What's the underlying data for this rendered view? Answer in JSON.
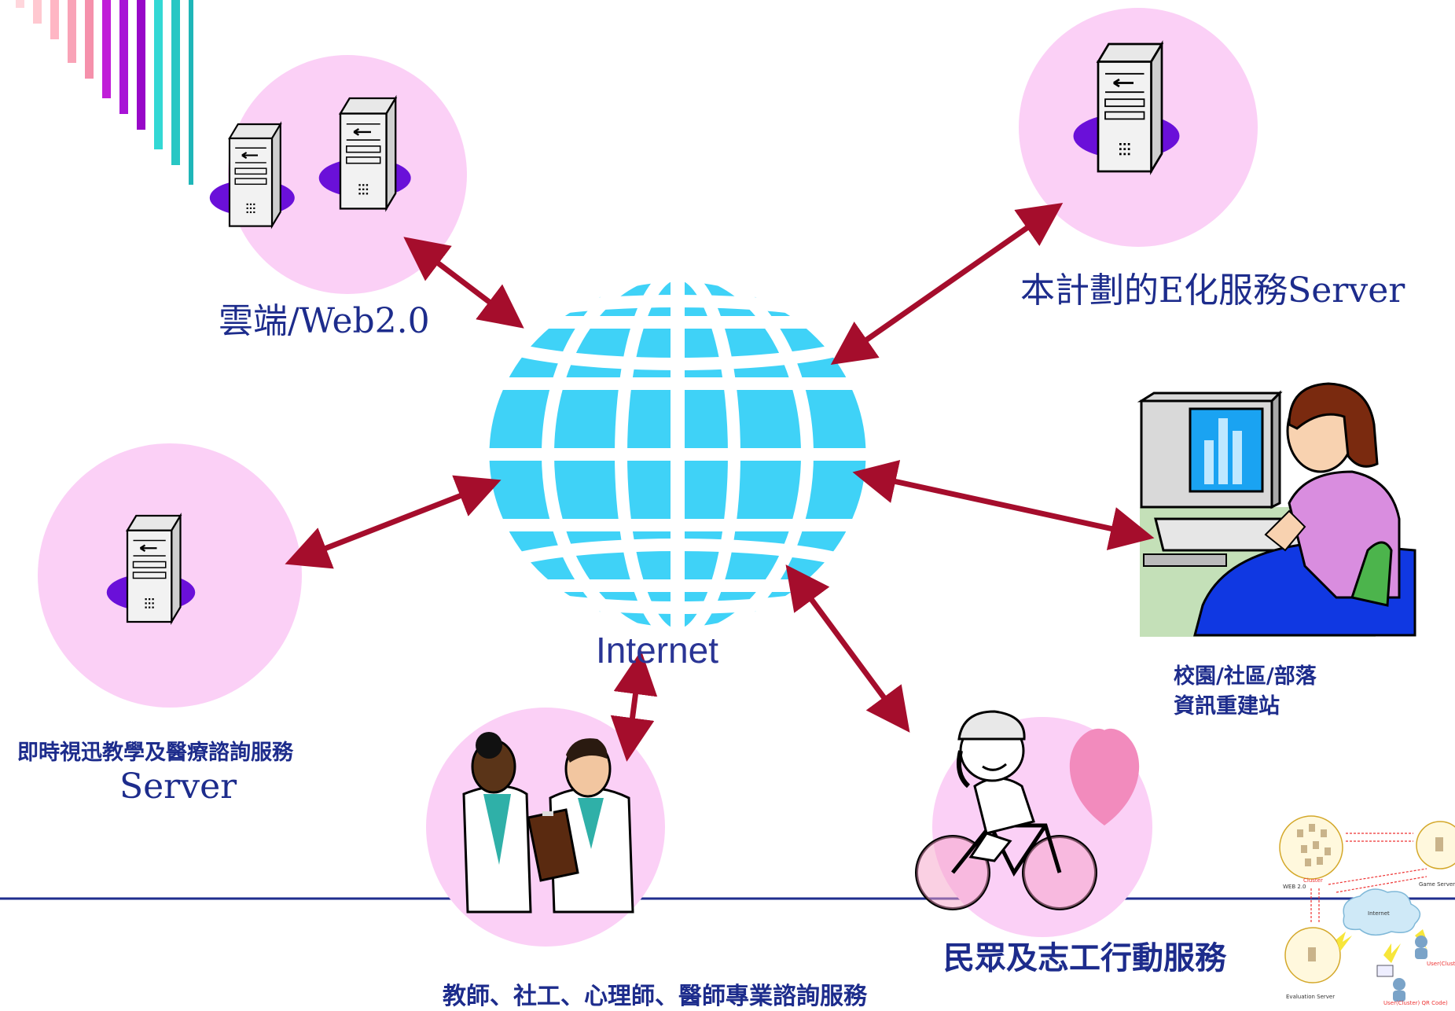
{
  "center": {
    "label": "Internet"
  },
  "nodes": {
    "cloud_web": {
      "label": "雲端/Web2.0"
    },
    "e_server": {
      "label": "本計劃的E化服務Server"
    },
    "video_server": {
      "label_line1": "即時視迅教學及醫療諮詢服務",
      "label_line2": "Server"
    },
    "campus": {
      "label_line1": "校園/社區/部落",
      "label_line2": "資訊重建站"
    },
    "volunteers": {
      "label": "民眾及志工行動服務"
    },
    "professionals": {
      "label": "教師、社工、心理師、醫師專業諮詢服務"
    }
  },
  "thumbnail": {
    "labels": {
      "web": "WEB 2.0",
      "cluster": "Cluster",
      "game_server": "Game Server",
      "internet": "Internet",
      "evaluation_server": "Evaluation Server",
      "user_qr_1": "User(Cluster)\nQR Code)",
      "user_qr_2": "User(Cluster)\nQR Code)"
    }
  },
  "colors": {
    "circle_fill": "#fbd0f6",
    "globe": "#3fd2f7",
    "arrow": "#a50d2c",
    "label": "#1d2c8c",
    "baseline": "#1f2e8e",
    "server_shadow": "#6a10d9"
  }
}
